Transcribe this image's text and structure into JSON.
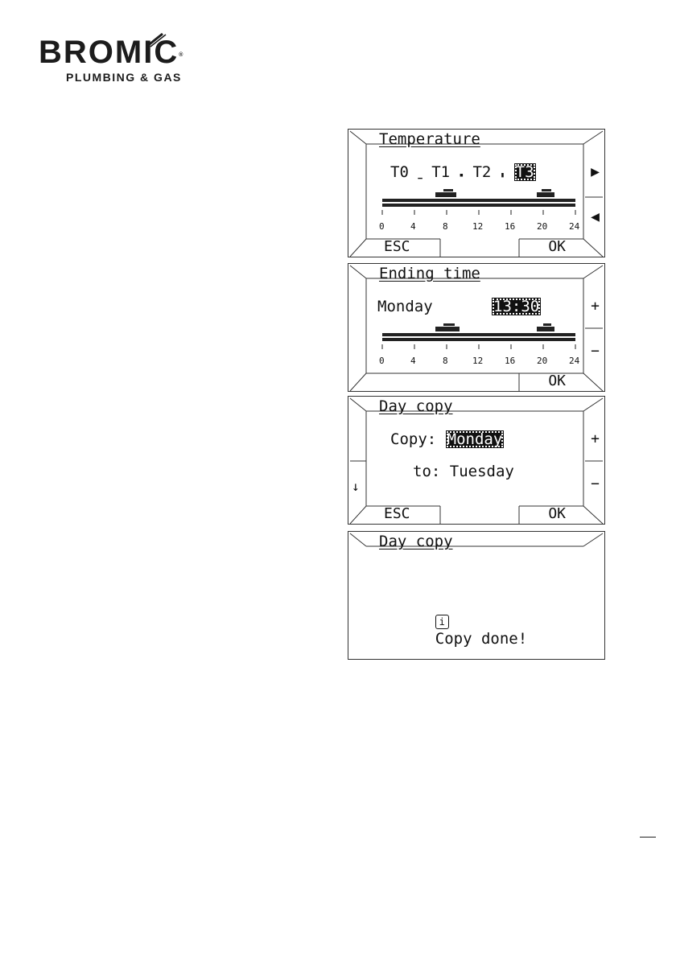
{
  "brand": {
    "name": "BROMIC",
    "sub": "PLUMBING & GAS",
    "reg": "®"
  },
  "screens": [
    {
      "title": "Temperature",
      "labels": [
        "T0",
        "T1",
        "T2",
        "T3"
      ],
      "side": [
        "▶",
        "◀"
      ],
      "buttons": {
        "esc": "ESC",
        "ok": "OK"
      },
      "hours": [
        "0",
        "4",
        "8",
        "12",
        "16",
        "20",
        "24"
      ]
    },
    {
      "title": "Ending time",
      "day": "Monday",
      "time": "13:30",
      "side": [
        "+",
        "−"
      ],
      "buttons": {
        "ok": "OK"
      },
      "hours": [
        "0",
        "4",
        "8",
        "12",
        "16",
        "20",
        "24"
      ]
    },
    {
      "title": "Day copy",
      "copy_label": "Copy:",
      "copy_value": "Monday",
      "to_label": "to:",
      "to_value": "Tuesday",
      "side": [
        "+",
        "−"
      ],
      "arrow": "↓",
      "buttons": {
        "esc": "ESC",
        "ok": "OK"
      }
    },
    {
      "title": "Day copy",
      "info_icon": "i",
      "message": "Copy done!"
    }
  ],
  "colors": {
    "text": "#111111",
    "frame": "#333333",
    "background": "#ffffff"
  }
}
